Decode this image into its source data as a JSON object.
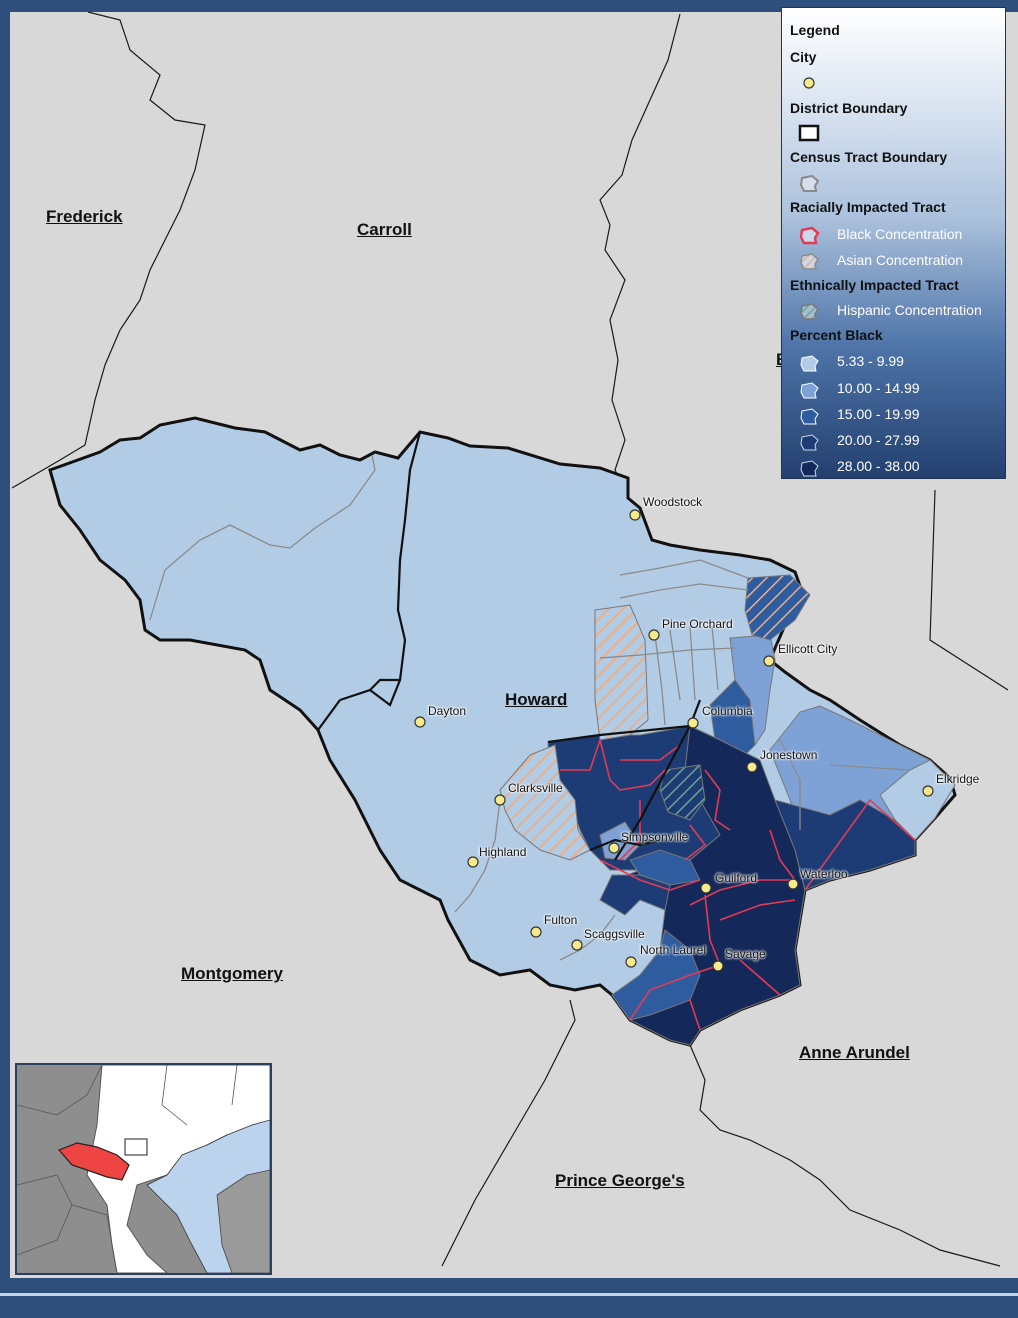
{
  "colors": {
    "c1": "#b3cce5",
    "c2": "#7fa2d6",
    "c3": "#2f5c9e",
    "c4": "#1d3b74",
    "c5": "#14285a",
    "black_boundary": "#e33a55",
    "asian_hatch": "#e8b08a",
    "hispanic_hatch": "#6da48d",
    "background": "#d8d8d8",
    "inset_highlight": "#ee4444",
    "inset_water": "#bcd3ee"
  },
  "counties": {
    "frederick": "Frederick",
    "carroll": "Carroll",
    "howard": "Howard",
    "montgomery": "Montgomery",
    "anne_arundel": "Anne Arundel",
    "prince_georges": "Prince George's",
    "baltimore_partial": "B"
  },
  "cities": [
    {
      "name": "Woodstock"
    },
    {
      "name": "Pine Orchard"
    },
    {
      "name": "Ellicott City"
    },
    {
      "name": "Dayton"
    },
    {
      "name": "Columbia"
    },
    {
      "name": "Jonestown"
    },
    {
      "name": "Elkridge"
    },
    {
      "name": "Clarksville"
    },
    {
      "name": "Simpsonville"
    },
    {
      "name": "Highland"
    },
    {
      "name": "Guilford"
    },
    {
      "name": "Waterloo"
    },
    {
      "name": "Fulton"
    },
    {
      "name": "Scaggsville"
    },
    {
      "name": "North Laurel"
    },
    {
      "name": "Savage"
    }
  ],
  "legend": {
    "title": "Legend",
    "city": "City",
    "district_boundary": "District Boundary",
    "census_tract_boundary": "Census Tract Boundary",
    "racially_impacted": "Racially Impacted Tract",
    "black_concentration": "Black Concentration",
    "asian_concentration": "Asian Concentration",
    "ethnically_impacted": "Ethnically Impacted Tract",
    "hispanic_concentration": "Hispanic Concentration",
    "percent_black": "Percent Black",
    "classes": [
      {
        "label": "5.33 - 9.99",
        "color": "#b3cce5"
      },
      {
        "label": "10.00 - 14.99",
        "color": "#7fa2d6"
      },
      {
        "label": "15.00 - 19.99",
        "color": "#2f5c9e"
      },
      {
        "label": "20.00 - 27.99",
        "color": "#1d3b74"
      },
      {
        "label": "28.00 - 38.00",
        "color": "#14285a"
      }
    ]
  }
}
